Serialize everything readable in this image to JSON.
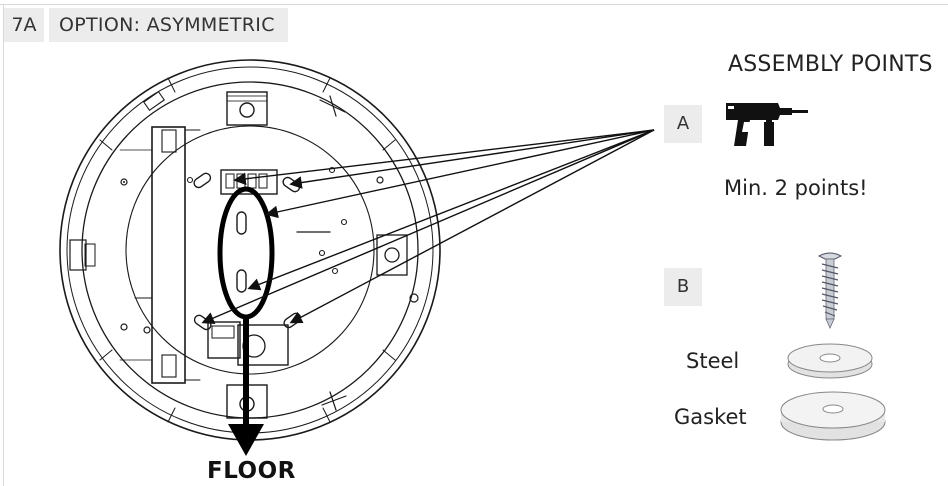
{
  "step": "7A",
  "option": "OPTION: ASYMMETRIC",
  "title": "ASSEMBLY POINTS",
  "labels": {
    "a": "A",
    "b": "B"
  },
  "note": "Min. 2 points!",
  "washers": {
    "steel": "Steel",
    "gasket": "Gasket"
  },
  "floor": "FLOOR",
  "icons": {
    "drill": "drill-icon",
    "screw": "screw-icon",
    "steel_washer": "steel-washer-icon",
    "gasket_washer": "gasket-washer-icon"
  },
  "colors": {
    "line": "#1a1a1a",
    "label_bg": "#ececec",
    "accent": "#000000"
  }
}
